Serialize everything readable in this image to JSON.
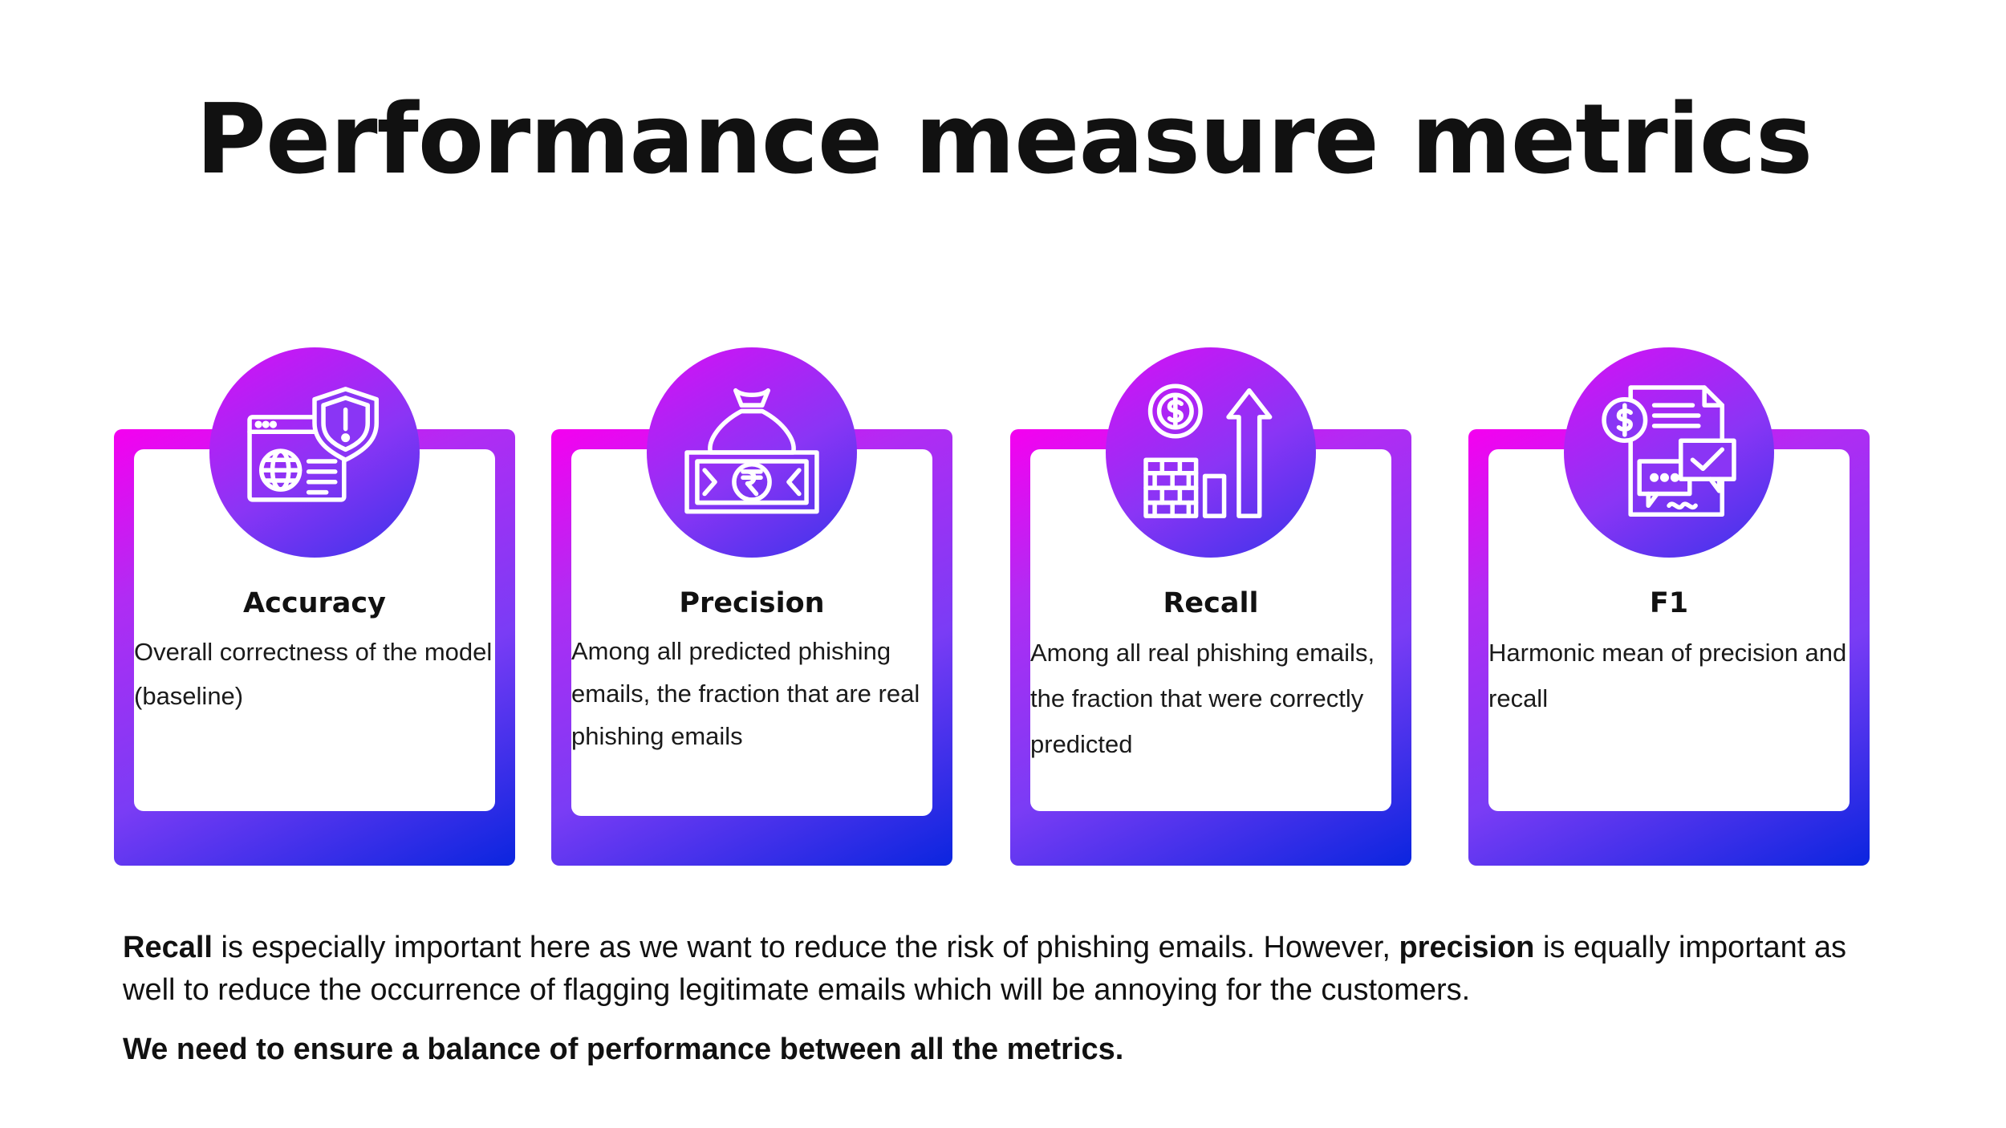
{
  "title": "Performance measure metrics",
  "cards": [
    {
      "name": "Accuracy",
      "description": "Overall correctness of the model (baseline)"
    },
    {
      "name": "Precision",
      "description": "Among all predicted phishing emails, the fraction that are real phishing emails"
    },
    {
      "name": "Recall",
      "description": "Among all real phishing emails, the fraction that were correctly predicted"
    },
    {
      "name": "F1",
      "description": "Harmonic mean of precision and recall"
    }
  ],
  "icons": [
    "web-security-icon",
    "money-bag-icon",
    "financial-growth-icon",
    "invoice-payment-icon"
  ],
  "summary": {
    "recall_bold": "Recall",
    "part1": " is especially important here as we want to reduce the risk of phishing emails. However, ",
    "precision_bold": "precision",
    "part2": " is equally important as well to reduce the occurrence of flagging legitimate emails which will be annoying for the customers."
  },
  "conclusion": "We need to ensure a balance of performance between all the metrics.",
  "colors": {
    "gradient_start": "#f500f0",
    "gradient_mid": "#7a3cf5",
    "gradient_end": "#0b25df",
    "text": "#111111"
  }
}
